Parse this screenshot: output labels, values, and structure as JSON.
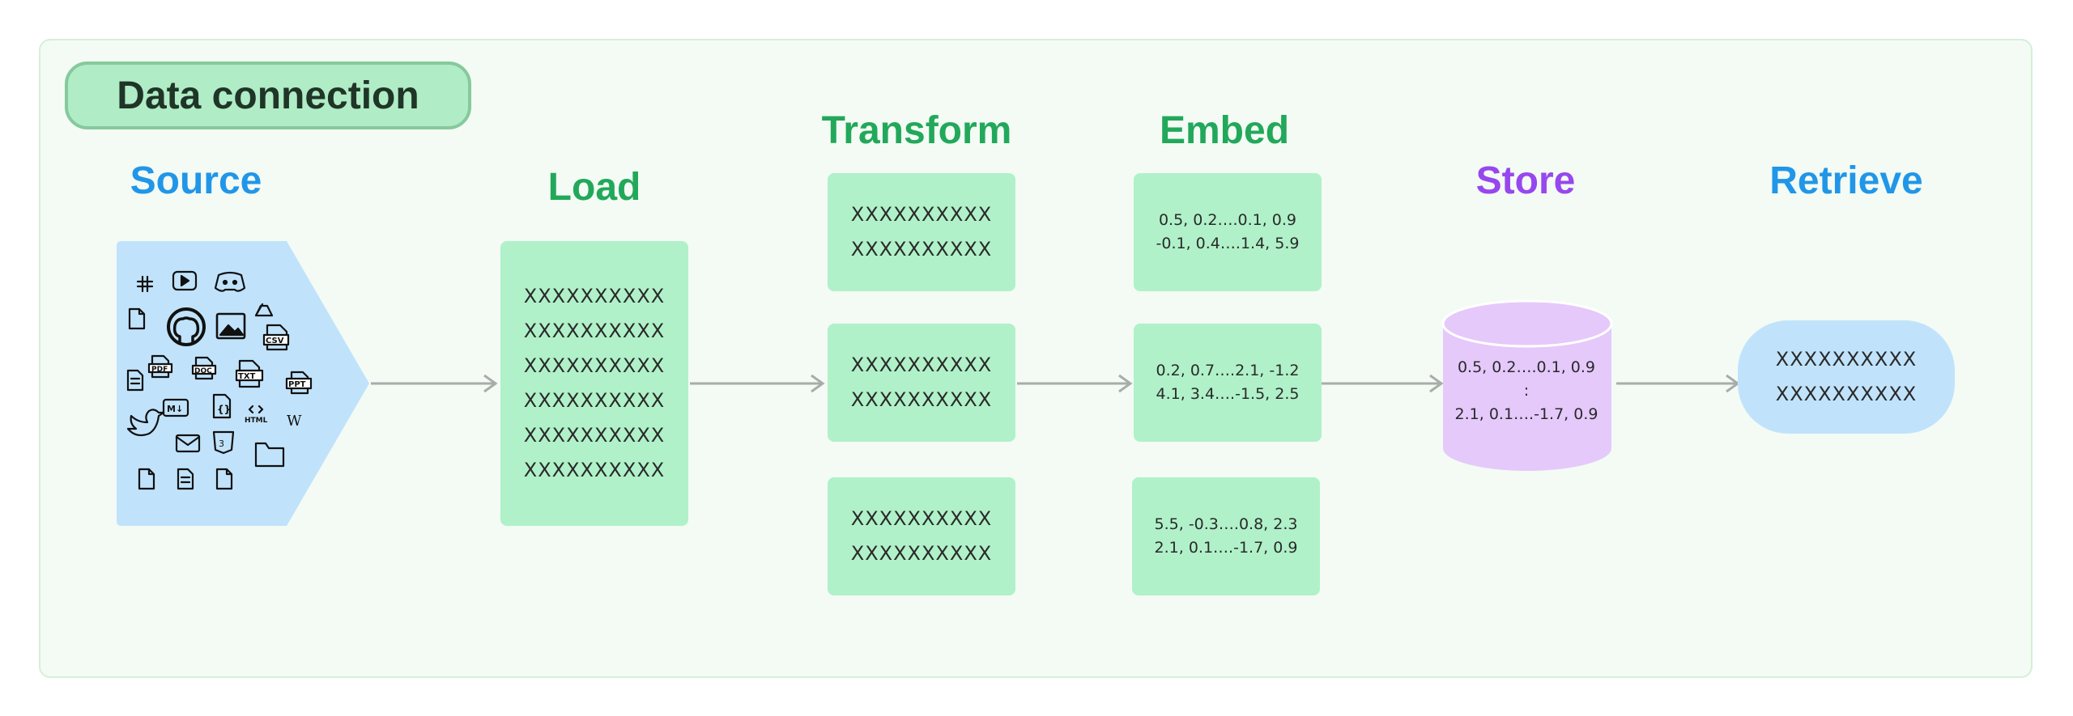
{
  "title": "Data connection",
  "stages": {
    "source": "Source",
    "load": "Load",
    "transform": "Transform",
    "embed": "Embed",
    "store": "Store",
    "retrieve": "Retrieve"
  },
  "load_lines": [
    "XXXXXXXXXX",
    "XXXXXXXXXX",
    "XXXXXXXXXX",
    "XXXXXXXXXX",
    "XXXXXXXXXX",
    "XXXXXXXXXX"
  ],
  "transform_chunks": [
    [
      "XXXXXXXXXX",
      "XXXXXXXXXX"
    ],
    [
      "XXXXXXXXXX",
      "XXXXXXXXXX"
    ],
    [
      "XXXXXXXXXX",
      "XXXXXXXXXX"
    ]
  ],
  "embed_vectors": [
    [
      "0.5, 0.2….0.1, 0.9",
      "-0.1, 0.4….1.4, 5.9"
    ],
    [
      "0.2, 0.7….2.1, -1.2",
      "4.1, 3.4….-1.5, 2.5"
    ],
    [
      "5.5, -0.3….0.8, 2.3",
      "2.1, 0.1….-1.7, 0.9"
    ]
  ],
  "store_lines": [
    "0.5, 0.2….0.1, 0.9",
    ":",
    "2.1, 0.1….-1.7, 0.9"
  ],
  "retrieve_lines": [
    "XXXXXXXXXX",
    "XXXXXXXXXX"
  ],
  "source_icons": {
    "file_labels": [
      "PDF",
      "DOC",
      "TXT",
      "PPT",
      "CSV",
      "HTML",
      "W"
    ],
    "icon_names": [
      "slack-icon",
      "youtube-icon",
      "discord-icon",
      "google-drive-icon",
      "file-icon",
      "github-icon",
      "image-icon",
      "csv-file-icon",
      "document-icon",
      "pdf-file-icon",
      "doc-file-icon",
      "txt-file-icon",
      "ppt-file-icon",
      "markdown-icon",
      "json-file-icon",
      "html-icon",
      "wikipedia-icon",
      "twitter-icon",
      "email-icon",
      "css-file-icon",
      "folder-icon"
    ]
  },
  "colors": {
    "panel_bg": "#f3fbf4",
    "green_box": "#b0f1c9",
    "green_text": "#22a85a",
    "blue_text": "#2196e8",
    "purple_text": "#9747ef",
    "source_bg": "#c0e3fb",
    "store_bg": "#e5c9fb"
  }
}
